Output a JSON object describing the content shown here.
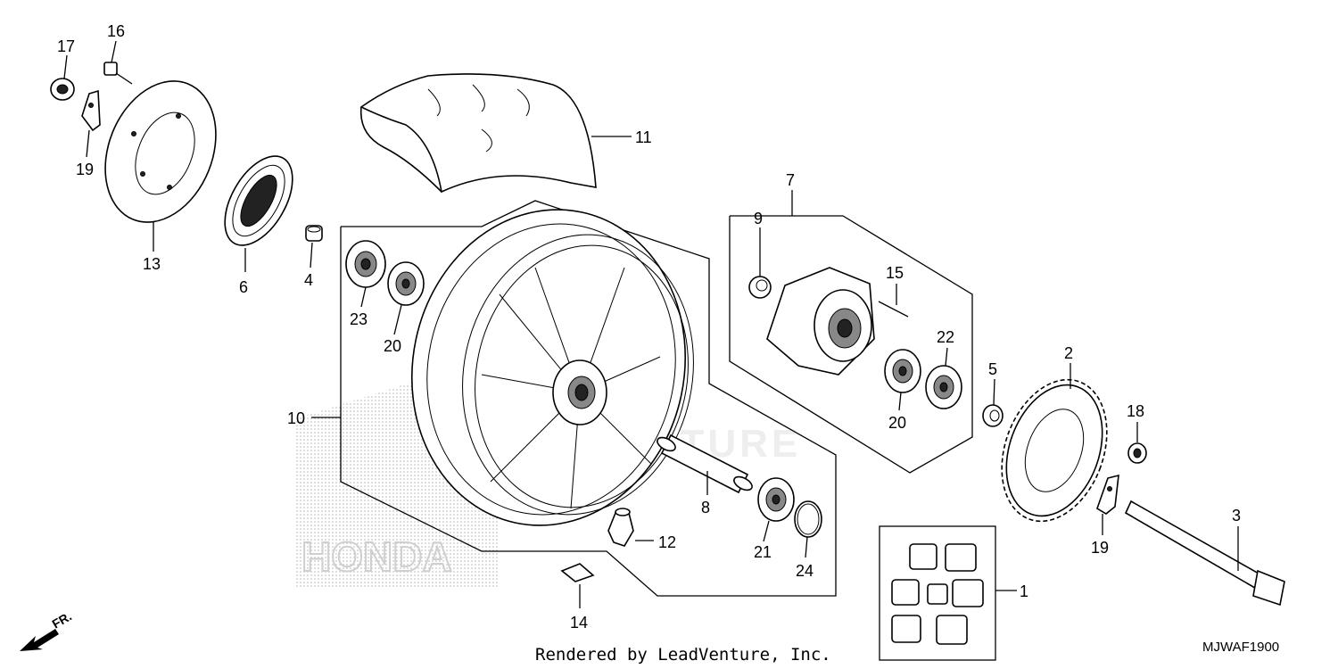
{
  "diagram": {
    "callouts": [
      {
        "id": "1",
        "text": "1"
      },
      {
        "id": "2",
        "text": "2"
      },
      {
        "id": "3",
        "text": "3"
      },
      {
        "id": "4",
        "text": "4"
      },
      {
        "id": "5",
        "text": "5"
      },
      {
        "id": "6",
        "text": "6"
      },
      {
        "id": "7",
        "text": "7"
      },
      {
        "id": "8",
        "text": "8"
      },
      {
        "id": "9",
        "text": "9"
      },
      {
        "id": "10",
        "text": "10"
      },
      {
        "id": "11",
        "text": "11"
      },
      {
        "id": "12",
        "text": "12"
      },
      {
        "id": "13",
        "text": "13"
      },
      {
        "id": "14",
        "text": "14"
      },
      {
        "id": "15",
        "text": "15"
      },
      {
        "id": "16",
        "text": "16"
      },
      {
        "id": "17",
        "text": "17"
      },
      {
        "id": "18",
        "text": "18"
      },
      {
        "id": "19a",
        "text": "19"
      },
      {
        "id": "19b",
        "text": "19"
      },
      {
        "id": "20a",
        "text": "20"
      },
      {
        "id": "20b",
        "text": "20"
      },
      {
        "id": "21",
        "text": "21"
      },
      {
        "id": "22",
        "text": "22"
      },
      {
        "id": "23",
        "text": "23"
      },
      {
        "id": "24",
        "text": "24"
      }
    ],
    "direction_label": "FR.",
    "credit": "Rendered by LeadVenture, Inc.",
    "diagram_code": "MJWAF1900",
    "watermark_brand": "HONDA",
    "watermark_text": "VENTURE"
  }
}
